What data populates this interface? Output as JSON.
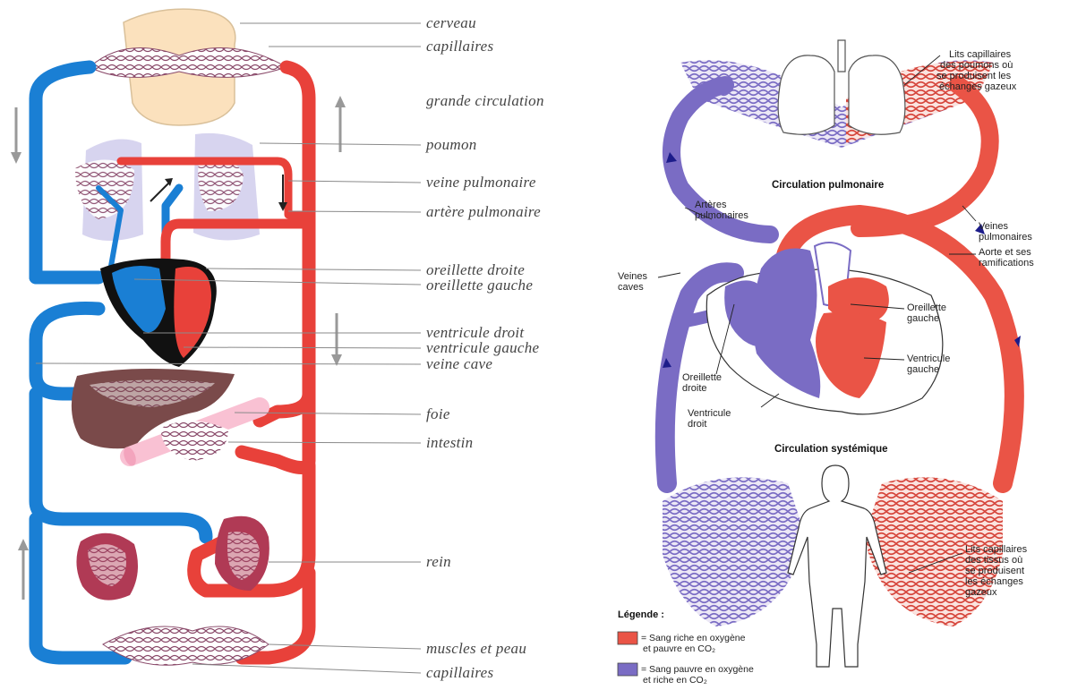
{
  "left_diagram": {
    "labels": [
      "cerveau",
      "capillaires",
      "grande circulation",
      "poumon",
      "veine pulmonaire",
      "artère pulmonaire",
      "oreillette droite",
      "oreillette gauche",
      "ventricule droit",
      "ventricule gauche",
      "veine cave",
      "foie",
      "intestin",
      "rein",
      "muscles et peau",
      "capillaires"
    ],
    "colors": {
      "venous": "#1a7fd4",
      "arterial": "#e8413a"
    }
  },
  "right_diagram": {
    "titles": {
      "pulmonary": "Circulation pulmonaire",
      "systemic": "Circulation systémique"
    },
    "labels": {
      "lung_capillaries": [
        "Lits capillaires",
        "des poumons où",
        "se produisent les",
        "échanges gazeux"
      ],
      "pulmonary_arteries": [
        "Artères",
        "pulmonaires"
      ],
      "pulmonary_veins": [
        "Veines",
        "pulmonaires"
      ],
      "aorta": [
        "Aorte et ses",
        "ramifications"
      ],
      "venae_cavae": [
        "Veines",
        "caves"
      ],
      "left_atrium": [
        "Oreillette",
        "gauche"
      ],
      "left_ventricle": [
        "Ventricule",
        "gauche"
      ],
      "right_atrium": [
        "Oreillette",
        "droite"
      ],
      "right_ventricle": [
        "Ventricule",
        "droit"
      ],
      "tissue_capillaries": [
        "Lits capillaires",
        "des tissus où",
        "se produisent",
        "les échanges",
        "gazeux"
      ]
    },
    "legend": {
      "title": "Légende :",
      "red": [
        "= Sang riche en oxygène",
        "et pauvre en CO₂"
      ],
      "blue": [
        "= Sang pauvre en oxygène",
        "et riche en CO₂"
      ]
    },
    "colors": {
      "oxygenated": "#ea5446",
      "deoxygenated": "#7a6cc4"
    }
  }
}
